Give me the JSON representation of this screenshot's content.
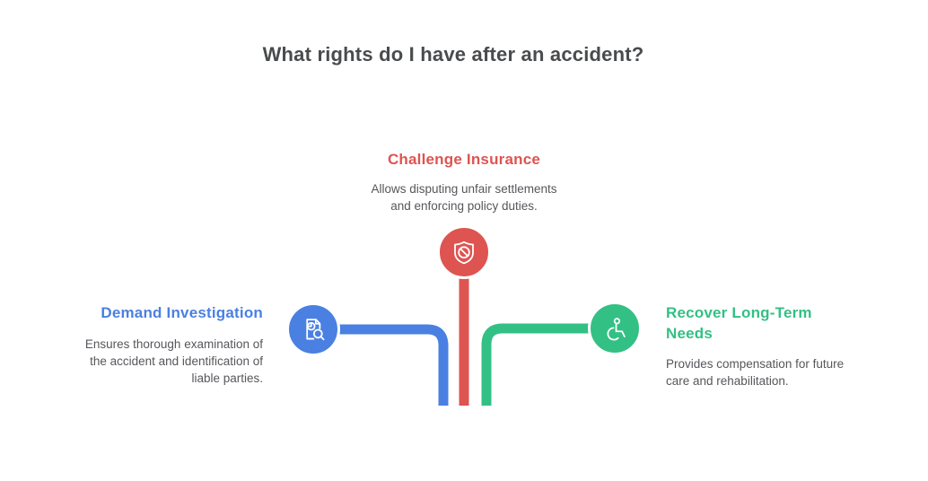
{
  "title": "What rights do I have after an accident?",
  "branches": {
    "left": {
      "label": "Demand Investigation",
      "description": "Ensures thorough examination of\nthe accident and identification of\nliable parties.",
      "color": "#4a80e2",
      "icon": "document-search-icon"
    },
    "center": {
      "label": "Challenge Insurance",
      "description": "Allows disputing unfair settlements\nand enforcing policy duties.",
      "color": "#dd5451",
      "icon": "shield-block-icon"
    },
    "right": {
      "label": "Recover Long-Term\nNeeds",
      "description": "Provides compensation for future\ncare and rehabilitation.",
      "color": "#33c084",
      "icon": "wheelchair-icon"
    }
  },
  "colors": {
    "title_text": "#494b4d",
    "body_text": "#56575b",
    "background": "#ffffff",
    "node_outline": "#ffffff"
  }
}
